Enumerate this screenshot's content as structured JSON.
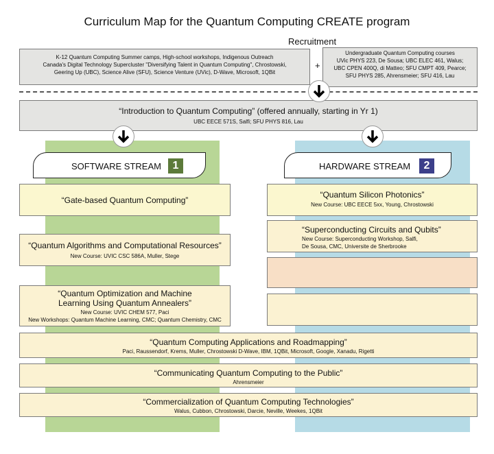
{
  "title": "Curriculum Map for the Quantum Computing CREATE program",
  "recruitment": {
    "label": "Recruitment",
    "left_lines": [
      "K-12 Quantum Computing Summer camps, High-school workshops, Indigenous Outreach",
      "Canada's Digital Technology Supercluster \"Diversifying Talent in Quantum Computing\", Chrostowski,",
      "Geering Up (UBC), Science Alive (SFU), Science Venture (UVic), D-Wave, Microsoft, 1QBit"
    ],
    "plus": "+",
    "right_lines": [
      "Undergraduate Quantum Computing courses",
      "UVic PHYS 223, De Sousa; UBC ELEC 461, Walus;",
      "UBC CPEN 400Q, di Matteo; SFU CMPT 409, Pearce;",
      "SFU PHYS 285, Ahrensmeier; SFU 416, Lau"
    ]
  },
  "intro": {
    "title": "“Introduction to Quantum Computing”  (offered annually, starting in Yr 1)",
    "sub": "UBC EECE 571S, Salfi; SFU PHYS 816, Lau"
  },
  "software": {
    "label": "SOFTWARE STREAM",
    "badge": "1",
    "badge_color": "#5c7a3a",
    "column_color": "#b8d696",
    "courses": [
      {
        "title": "“Gate-based Quantum Computing”",
        "lines": []
      },
      {
        "title": "“Quantum Algorithms and Computational Resources”",
        "lines": [
          "New Course: UVIC CSC 586A, Muller, Stege"
        ]
      },
      {
        "title": "“Quantum Optimization and Machine",
        "title2": "Learning Using Quantum Annealers”",
        "lines": [
          "New Course: UVIC CHEM 577, Paci",
          "New Workshops: Quantum Machine Learning, CMC; Quantum Chemistry, CMC"
        ]
      }
    ]
  },
  "hardware": {
    "label": "HARDWARE STREAM",
    "badge": "2",
    "badge_color": "#3c3f8a",
    "column_color": "#b6dbe6",
    "courses": [
      {
        "title": "“Quantum Silicon Photonics”",
        "lines": [
          "New Course: UBC EECE 5xx, Young, Chrostowski"
        ]
      },
      {
        "title": "“Superconducting Circuits and Qubits”",
        "lines": [
          "New Course: Superconducting Workshop, Salfi,",
          "De Sousa, CMC, Universite de Sherbrooke"
        ]
      }
    ]
  },
  "shared": [
    {
      "title": "“Quantum Computing Applications and Roadmapping”",
      "sub": "Paci, Raussendorf, Krems, Muller, Chrostowski D-Wave, IBM, 1QBit, Microsoft, Google, Xanadu, Rigetti"
    },
    {
      "title": "“Communicating Quantum Computing to the Public”",
      "sub": "Ahrensmeier"
    },
    {
      "title": "“Commercialization of Quantum Computing Technologies”",
      "sub": "Walus, Cubbon, Chrostowski, Darcie, Neville, Weekes, 1QBit"
    }
  ]
}
